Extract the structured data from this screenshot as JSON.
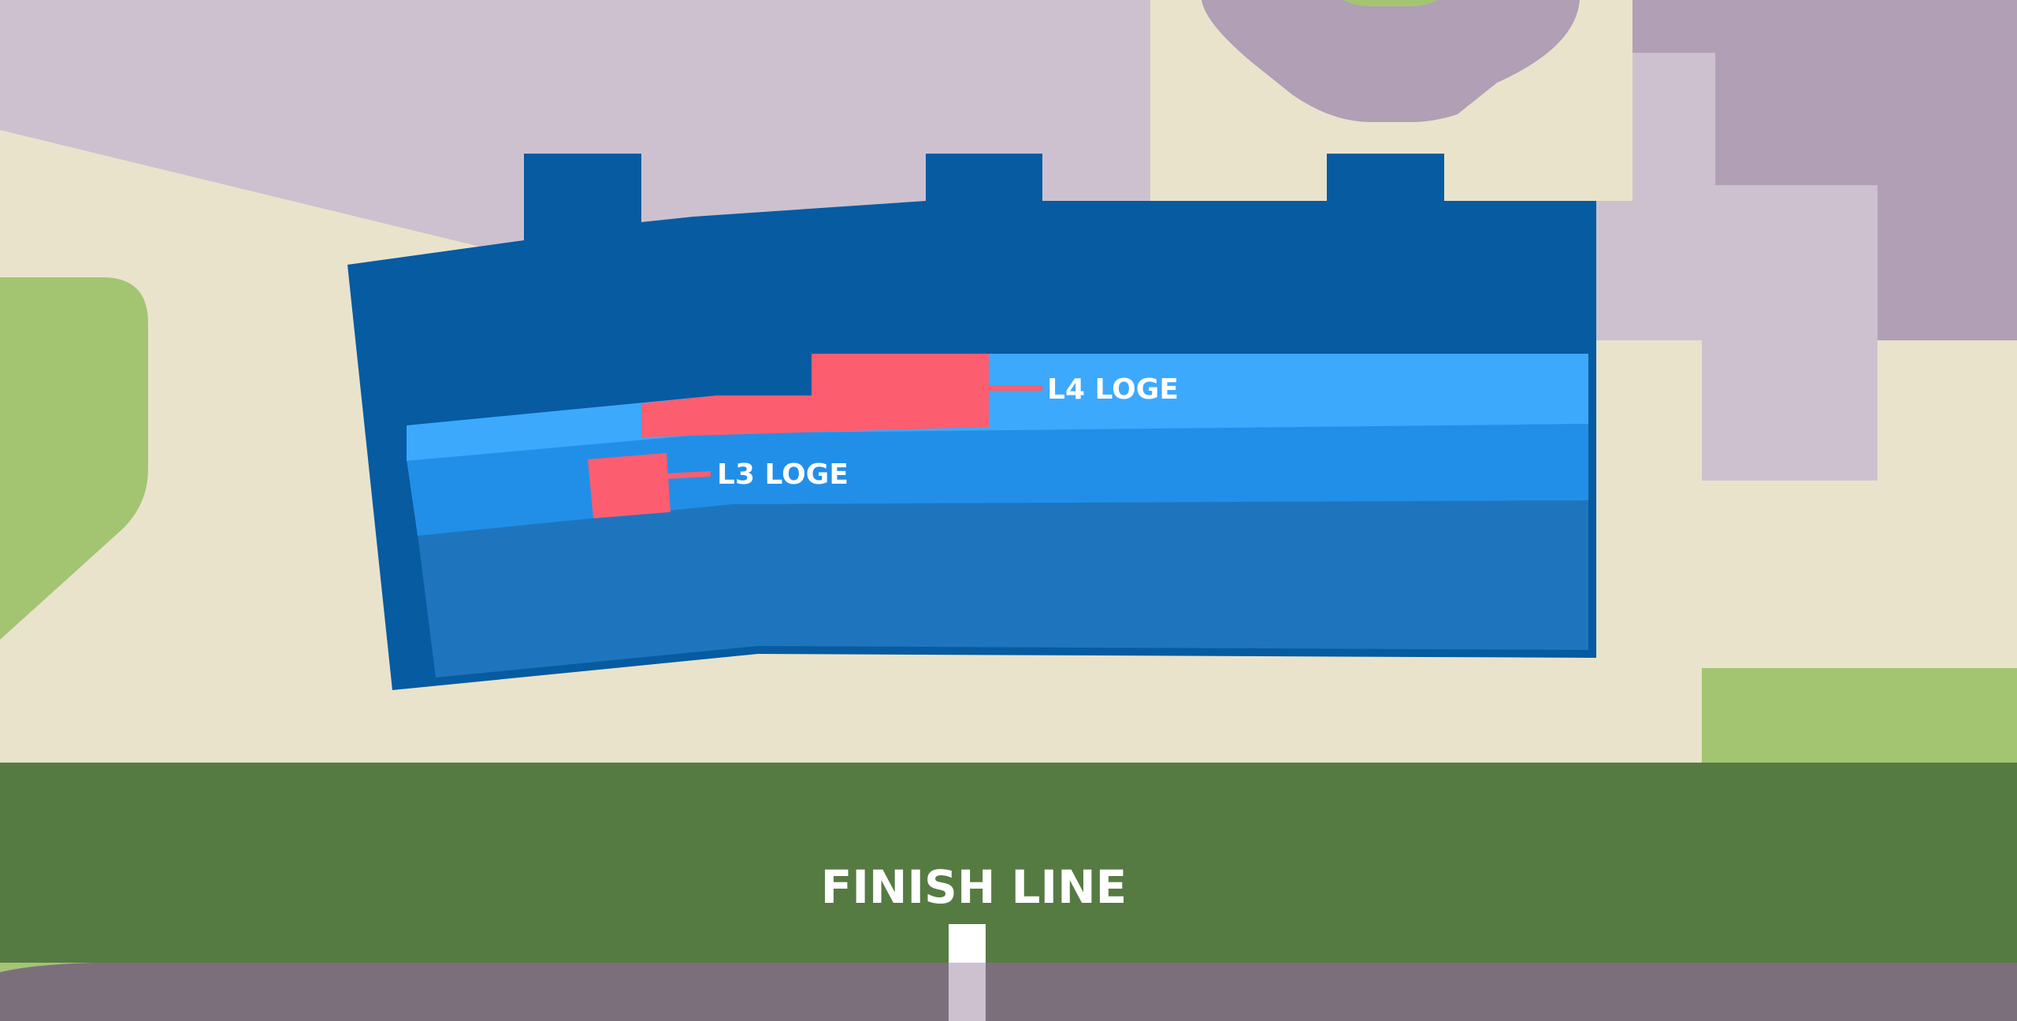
{
  "map": {
    "labels": {
      "l4_loge": "L4 LOGE",
      "l3_loge": "L3 LOGE",
      "finish_line": "FINISH LINE"
    },
    "colors": {
      "ground": "#e9e3cc",
      "building_light": "#cdc1cf",
      "building_dark": "#b09fb5",
      "green_space": "#a3c572",
      "track": "#567b42",
      "road": "#7b6f7c",
      "grandstand_outer": "#065ba1",
      "level_4": "#3da9fc",
      "level_3": "#218fe8",
      "lower_seating": "#1f75bd",
      "loge_highlight": "#fc5e70",
      "finish_post": "#ffffff",
      "label_text": "#ffffff"
    }
  }
}
